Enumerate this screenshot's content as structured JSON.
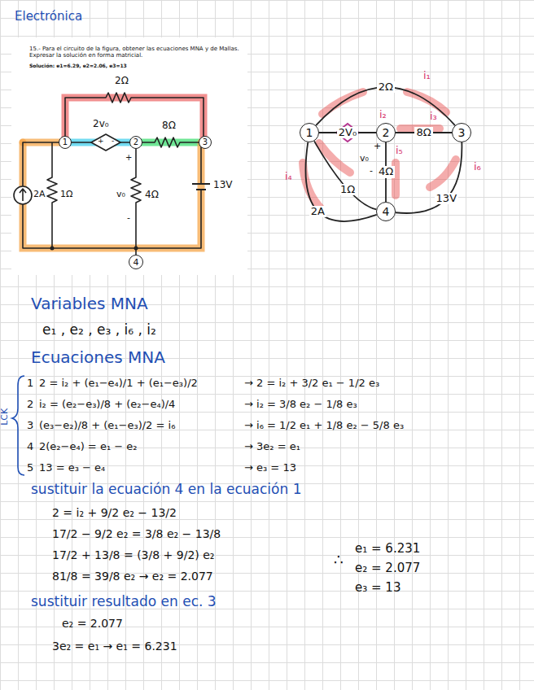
{
  "diagram": {
    "nodes": [
      {
        "text": [
          "1"
        ]
      },
      {
        "text": [
          "2"
        ]
      },
      {
        "text": [
          "3"
        ]
      },
      {
        "text": [
          "4"
        ]
      },
      {
        "text": [
          "1"
        ]
      },
      {
        "text": [
          "2"
        ]
      },
      {
        "text": [
          "3"
        ]
      },
      {
        "text": [
          "4"
        ]
      }
    ],
    "edges": [
      {
        "from": 4,
        "to": 6,
        "label": "2Ω",
        "arrow": "none"
      },
      {
        "from": 4,
        "to": 5,
        "label": "2V₀",
        "arrow": "none"
      },
      {
        "from": 5,
        "to": 6,
        "label": "8Ω",
        "arrow": "none"
      },
      {
        "from": 5,
        "to": 7,
        "label": "4Ω",
        "arrow": "none"
      },
      {
        "from": 4,
        "to": 7,
        "label": "1Ω",
        "arrow": "none"
      },
      {
        "from": 4,
        "to": 7,
        "label": "2A",
        "arrow": "none"
      },
      {
        "from": 6,
        "to": 7,
        "label": "13V",
        "arrow": "none"
      }
    ],
    "labels": [
      "Electrónica",
      "15.- Para el circuito de la figura, obtener las ecuaciones MNA y de Mallas. Expresar la solución en forma matricial.",
      "Solución: e1=6.29, e2=2.06, e3=13",
      "2Ω",
      "2v₀",
      "+",
      "-",
      "8Ω",
      "+",
      "v₀",
      "-",
      "2A",
      "1Ω",
      "4Ω",
      "13V",
      "i₁",
      "i₂",
      "i₃",
      "i₄",
      "i₅",
      "i₆",
      "+",
      "v₀",
      "-",
      "Variables MNA",
      "e₁ , e₂ , e₃ , i₆ , i₂",
      "Ecuaciones MNA",
      "LCK",
      "1",
      "2",
      "3",
      "4",
      "5",
      "2 = i₂ + (e₁−e₄)/1 + (e₁−e₃)/2",
      "i₂ = (e₂−e₃)/8 + (e₂−e₄)/4",
      "(e₃−e₂)/8 + (e₁−e₃)/2 = i₆",
      "2(e₂−e₄) = e₁ − e₂",
      "13 = e₃ − e₄",
      "→ 2 = i₂ + 3/2 e₁ − 1/2 e₃",
      "→ i₂ = 3/8 e₂ − 1/8 e₃",
      "→ i₆ = 1/2 e₁ + 1/8 e₂ − 5/8 e₃",
      "→ 3e₂ = e₁",
      "→ e₃ = 13",
      "sustituir la ecuación 4 en la ecuación 1",
      "2 = i₂ + 9/2 e₂ − 13/2",
      "17/2 − 9/2 e₂ = 3/8 e₂ − 13/8",
      "17/2 + 13/8 = (3/8 + 9/2) e₂",
      "81/8 = 39/8 e₂ → e₂ = 2.077",
      "sustituir resultado en ec. 3",
      "e₂ = 2.077",
      "3e₂ = e₁ → e₁ = 6.231",
      "∴",
      "e₁ = 6.231",
      "e₂ = 2.077",
      "e₃ = 13"
    ]
  }
}
